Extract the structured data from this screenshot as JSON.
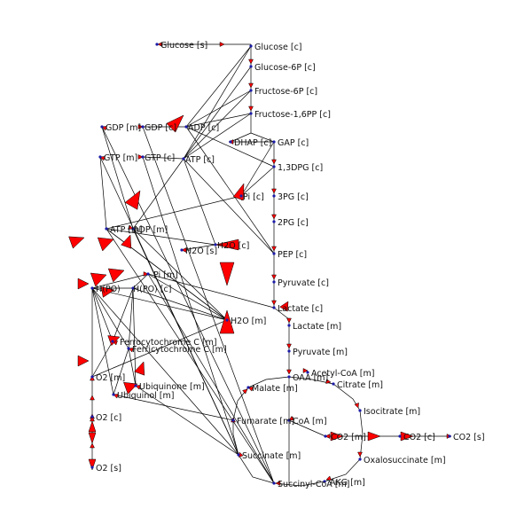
{
  "colors": {
    "arrow_fill": "#ff0000",
    "edge": "#000000",
    "node": "#1a1aa8",
    "label": "#111111",
    "background": "#ffffff"
  },
  "nodes": [
    {
      "id": "glucose_s",
      "label": "Glucose [s]"
    },
    {
      "id": "glucose_c",
      "label": "Glucose [c]"
    },
    {
      "id": "g6p",
      "label": "Glucose-6P [c]"
    },
    {
      "id": "f6p",
      "label": "Fructose-6P [c]"
    },
    {
      "id": "f16pp",
      "label": "Fructose-1,6PP [c]"
    },
    {
      "id": "gdp_m",
      "label": "GDP [m]"
    },
    {
      "id": "gdp_c",
      "label": "GDP [c]"
    },
    {
      "id": "adp_c",
      "label": "ADP [c]"
    },
    {
      "id": "dhap",
      "label": "DHAP [c]"
    },
    {
      "id": "gap",
      "label": "GAP [c]"
    },
    {
      "id": "gtp_m",
      "label": "GTP [m]"
    },
    {
      "id": "gtp_c",
      "label": "GTP [c]"
    },
    {
      "id": "atp_c",
      "label": "ATP [c]"
    },
    {
      "id": "bpg",
      "label": "1,3DPG [c]"
    },
    {
      "id": "pi_c",
      "label": "Pi [c]"
    },
    {
      "id": "pg3",
      "label": "3PG [c]"
    },
    {
      "id": "pg2",
      "label": "2PG [c]"
    },
    {
      "id": "atp_m",
      "label": "ATP [m]"
    },
    {
      "id": "adp_m",
      "label": "ADP [m]"
    },
    {
      "id": "h2o_s",
      "label": "H2O [s]"
    },
    {
      "id": "h2o_c",
      "label": "H2O [c]"
    },
    {
      "id": "pep",
      "label": "PEP [c]"
    },
    {
      "id": "pi_m",
      "label": "Pi [m]"
    },
    {
      "id": "pyr_c",
      "label": "Pyruvate [c]"
    },
    {
      "id": "hpo_1",
      "label": "H(PO)"
    },
    {
      "id": "hpo_2",
      "label": "H(PO) [c]"
    },
    {
      "id": "lac_c",
      "label": "Lactate [c]"
    },
    {
      "id": "h2o_m",
      "label": "H2O [m]"
    },
    {
      "id": "lac_m",
      "label": "Lactate [m]"
    },
    {
      "id": "ferro",
      "label": "Ferrocytochrome C [m]"
    },
    {
      "id": "ferri",
      "label": "Ferricytochrome C [m]"
    },
    {
      "id": "pyr_m",
      "label": "Pyruvate [m]"
    },
    {
      "id": "accoa",
      "label": "Acetyl-CoA [m]"
    },
    {
      "id": "o2_m",
      "label": "O2 [m]"
    },
    {
      "id": "oaa",
      "label": "OAA [m]"
    },
    {
      "id": "ubq",
      "label": "Ubiquinone [m]"
    },
    {
      "id": "malate",
      "label": "Malate [m]"
    },
    {
      "id": "citrate",
      "label": "Citrate [m]"
    },
    {
      "id": "ubql",
      "label": "Ubiquinol [m]"
    },
    {
      "id": "isocit",
      "label": "Isocitrate [m]"
    },
    {
      "id": "o2_c",
      "label": "O2 [c]"
    },
    {
      "id": "fumarate",
      "label": "Fumarate [m]"
    },
    {
      "id": "coa",
      "label": "CoA [m]"
    },
    {
      "id": "co2_m",
      "label": "CO2 [m]"
    },
    {
      "id": "co2_c",
      "label": "CO2 [c]"
    },
    {
      "id": "co2_s",
      "label": "CO2 [s]"
    },
    {
      "id": "oxsuc",
      "label": "Oxalosuccinate [m]"
    },
    {
      "id": "succinate",
      "label": "Succinate [m]"
    },
    {
      "id": "o2_s",
      "label": "O2 [s]"
    },
    {
      "id": "akg",
      "label": "AKG [m]"
    },
    {
      "id": "succoa",
      "label": "Succinyl-CoA [m]"
    }
  ]
}
